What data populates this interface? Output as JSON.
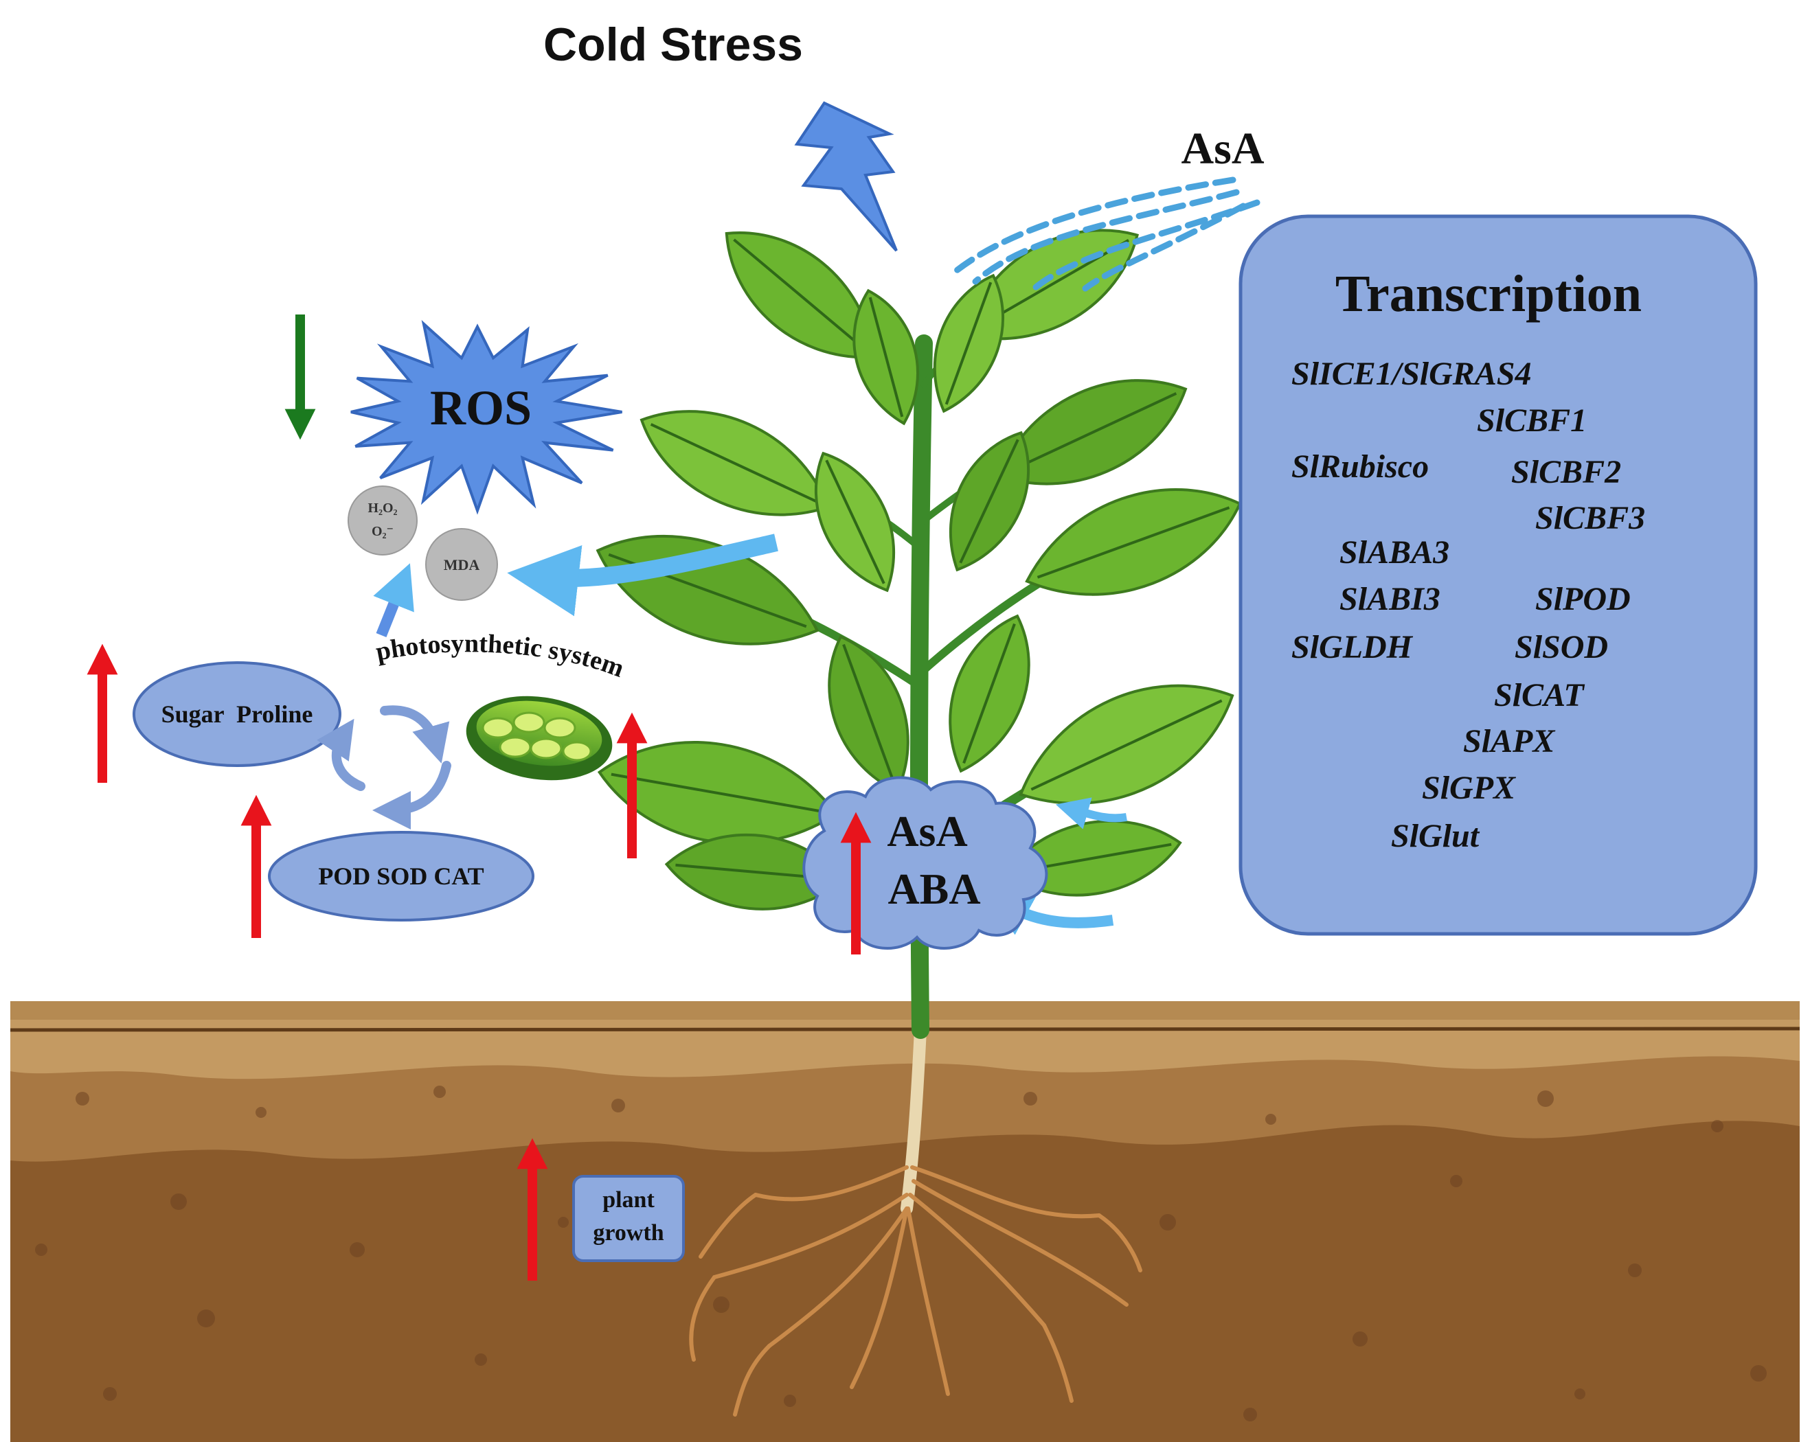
{
  "title": "Cold Stress",
  "asa_spray_label": "AsA",
  "ros": {
    "label": "ROS",
    "particle_h2o2": "H₂O₂",
    "particle_o2": "O₂⁻",
    "particle_mda": "MDA"
  },
  "photosynthesis_label": "photosynthetic system",
  "sugar_proline_label": "Sugar  Proline",
  "enzymes_label": "POD SOD CAT",
  "hormones": {
    "line1": "AsA",
    "line2": "ABA"
  },
  "plant_growth": {
    "line1": "plant",
    "line2": "growth"
  },
  "transcription": {
    "title": "Transcription",
    "genes": [
      "SlICE1/SlGRAS4",
      "SlCBF1",
      "SlRubisco",
      "SlCBF2",
      "SlCBF3",
      "SlABA3",
      "SlABI3",
      "SlPOD",
      "SlGLDH",
      "SlSOD",
      "SlCAT",
      "SlAPX",
      "SlGPX",
      "SlGlut"
    ]
  },
  "colors": {
    "increase_arrow": "#e8141c",
    "decrease_arrow": "#1b7a1f",
    "box_fill": "#8eaadf",
    "box_stroke": "#4a6db5",
    "arrow_blue": "#5fb8f0",
    "soil_dark": "#8a5a2b",
    "soil_mid": "#a87843",
    "soil_light": "#c49a62",
    "leaf": "#7cc23a",
    "stem": "#3c8a2a"
  }
}
